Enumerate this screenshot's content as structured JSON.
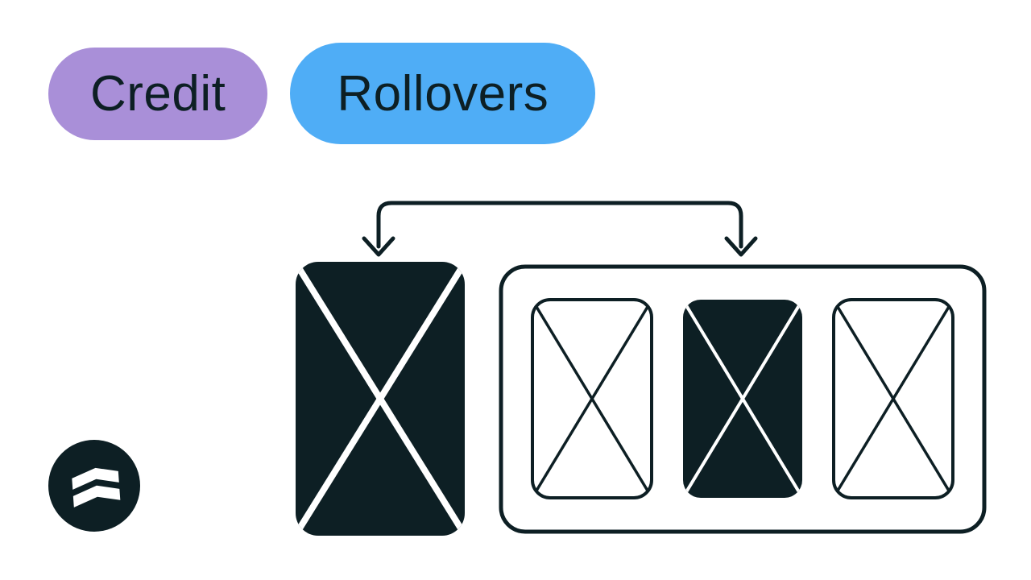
{
  "badges": [
    {
      "label": "Credit",
      "color": "#a98fd8"
    },
    {
      "label": "Rollovers",
      "color": "#4fadf6"
    }
  ],
  "colors": {
    "dark": "#0d1f24",
    "white": "#ffffff",
    "text": "#0d1f24",
    "background": "#ffffff"
  },
  "diagram": {
    "source_card_style": "filled",
    "tray_card_styles": [
      "outline",
      "filled",
      "outline"
    ],
    "arrow_direction": "from-source-card-down-into-tray"
  },
  "icons": {
    "brand_logo": "dark-circle-with-white-double-stripe-flag-mark",
    "card_cross": "corner-to-corner-x-lines"
  }
}
